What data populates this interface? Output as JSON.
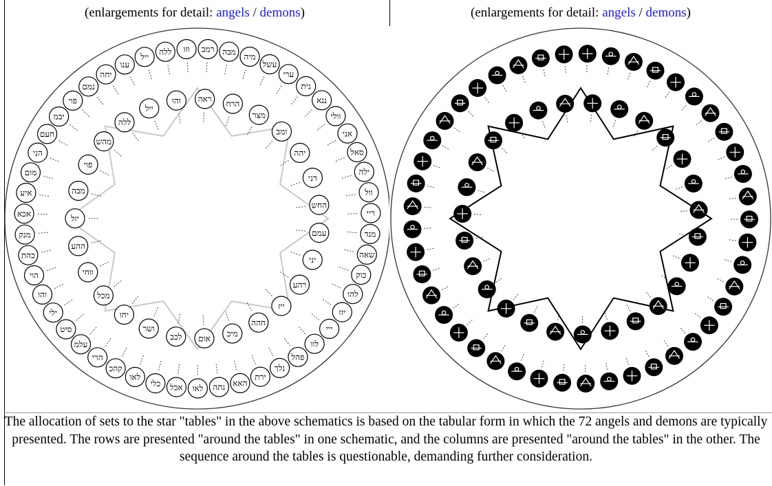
{
  "header": {
    "left": {
      "prefix": "(enlargements for detail: ",
      "link_angels": "angels",
      "sep": " / ",
      "link_demons": "demons",
      "suffix": ")"
    },
    "right": {
      "prefix": "(enlargements for detail: ",
      "link_angels": "angels",
      "sep": " / ",
      "link_demons": "demons",
      "suffix": ")"
    }
  },
  "left_diagram": {
    "outer_ring": [
      "רמב",
      "מבה",
      "מיה",
      "עשל",
      "ערי",
      "נית",
      "ננא",
      "וולי",
      "אני",
      "סאל",
      "ילה",
      "וול",
      "ריי",
      "מנד",
      "שאה",
      "כוק",
      "להו",
      "יזז",
      "ייי",
      "לוו",
      "פהל",
      "נלך",
      "ירת",
      "האא",
      "נתה",
      "לאו",
      "אכל",
      "כלי",
      "לאו",
      "קהכ",
      "הרי",
      "עלמ",
      "סיט",
      "ילי",
      "והו",
      "הוי",
      "כהת",
      "מנק",
      "אכא",
      "איע",
      "מום",
      "הני",
      "חעם",
      "יבמ",
      "פוי",
      "נמם",
      "יחה",
      "ענו",
      "ייל",
      "ללה",
      "וזו"
    ],
    "inner_ring": [
      "ראה",
      "הרח",
      "מצר",
      "ומב",
      "יהה",
      "דני",
      "החש",
      "עמם",
      "יני",
      "רהע",
      "ייז",
      "חהה",
      "מיכ",
      "אום",
      "לכב",
      "ושר",
      "יחו",
      "מכל",
      "ווחי",
      "ההע",
      "יזל",
      "מבה",
      "פוי",
      "מהש",
      "ללה",
      "ייל",
      "והו"
    ]
  },
  "right_diagram": {
    "seal_count": 72
  },
  "caption": {
    "text": "The allocation of sets to the star \"tables\" in the above schematics is based on the tabular form in which the 72 angels and demons are typically presented. The rows are presented \"around the tables\" in one schematic, and the columns are presented \"around the tables\" in the other. The sequence around the tables is questionable, demanding further consideration."
  },
  "colors": {
    "link": "#1a1aee",
    "star_left": "#c8c8c8",
    "star_right": "#000000",
    "seal_fill": "#000000"
  }
}
